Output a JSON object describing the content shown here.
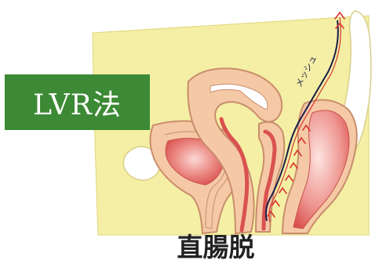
{
  "badge": {
    "label": "LVR法",
    "color": "#3c8a35"
  },
  "mesh": {
    "label": "メッシュ"
  },
  "caption": {
    "text": "直腸脱"
  },
  "colors": {
    "pelvis_fill": "#f4efa4",
    "organ_wall": "#f5c9a6",
    "organ_outline": "#c98d6c",
    "lumen_red": "#e46b6b",
    "mesh_line": "#1c1d4a",
    "suture_red": "#d8342f"
  }
}
